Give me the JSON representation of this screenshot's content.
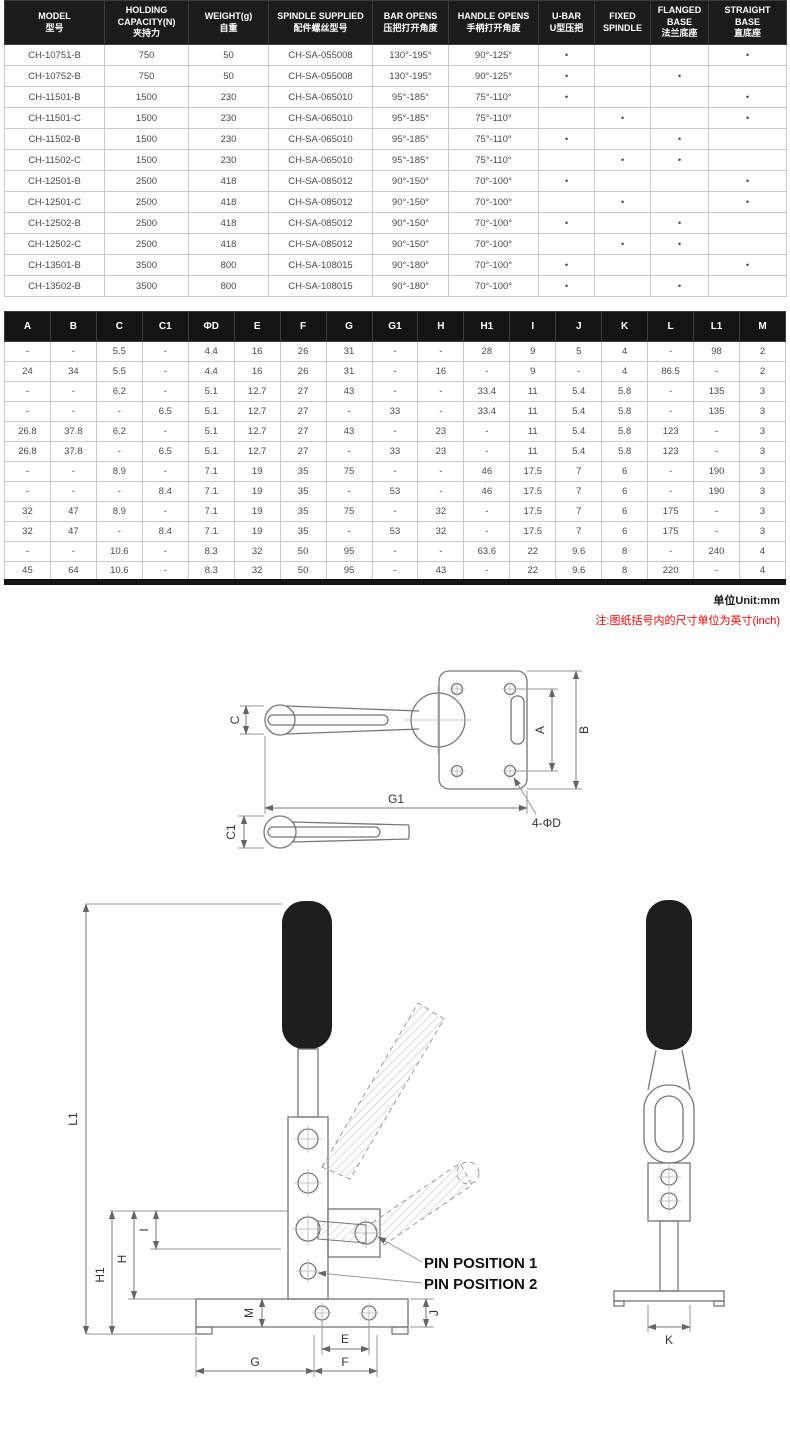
{
  "spec_table": {
    "columns": [
      {
        "en": "MODEL",
        "zh": "型号"
      },
      {
        "en": "HOLDING CAPACITY(N)",
        "zh": "夹持力"
      },
      {
        "en": "WEIGHT(g)",
        "zh": "自重"
      },
      {
        "en": "SPINDLE SUPPLIED",
        "zh": "配件螺丝型号"
      },
      {
        "en": "BAR OPENS",
        "zh": "压把打开角度"
      },
      {
        "en": "HANDLE OPENS",
        "zh": "手柄打开角度"
      },
      {
        "en": "U-BAR",
        "zh": "U型压把"
      },
      {
        "en": "FIXED SPINDLE",
        "zh": ""
      },
      {
        "en": "FLANGED BASE",
        "zh": "法兰底座"
      },
      {
        "en": "STRAIGHT BASE",
        "zh": "直底座"
      }
    ],
    "rows": [
      [
        "CH-10751-B",
        "750",
        "50",
        "CH-SA-055008",
        "130°-195°",
        "90°-125°",
        "•",
        "",
        "",
        "•"
      ],
      [
        "CH-10752-B",
        "750",
        "50",
        "CH-SA-055008",
        "130°-195°",
        "90°-125°",
        "•",
        "",
        "•",
        ""
      ],
      [
        "CH-11501-B",
        "1500",
        "230",
        "CH-SA-065010",
        "95°-185°",
        "75°-110°",
        "•",
        "",
        "",
        "•"
      ],
      [
        "CH-11501-C",
        "1500",
        "230",
        "CH-SA-065010",
        "95°-185°",
        "75°-110°",
        "",
        "•",
        "",
        "•"
      ],
      [
        "CH-11502-B",
        "1500",
        "230",
        "CH-SA-065010",
        "95°-185°",
        "75°-110°",
        "•",
        "",
        "•",
        ""
      ],
      [
        "CH-11502-C",
        "1500",
        "230",
        "CH-SA-065010",
        "95°-185°",
        "75°-110°",
        "",
        "•",
        "•",
        ""
      ],
      [
        "CH-12501-B",
        "2500",
        "418",
        "CH-SA-085012",
        "90°-150°",
        "70°-100°",
        "•",
        "",
        "",
        "•"
      ],
      [
        "CH-12501-C",
        "2500",
        "418",
        "CH-SA-085012",
        "90°-150°",
        "70°-100°",
        "",
        "•",
        "",
        "•"
      ],
      [
        "CH-12502-B",
        "2500",
        "418",
        "CH-SA-085012",
        "90°-150°",
        "70°-100°",
        "•",
        "",
        "•",
        ""
      ],
      [
        "CH-12502-C",
        "2500",
        "418",
        "CH-SA-085012",
        "90°-150°",
        "70°-100°",
        "",
        "•",
        "•",
        ""
      ],
      [
        "CH-13501-B",
        "3500",
        "800",
        "CH-SA-108015",
        "90°-180°",
        "70°-100°",
        "•",
        "",
        "",
        "•"
      ],
      [
        "CH-13502-B",
        "3500",
        "800",
        "CH-SA-108015",
        "90°-180°",
        "70°-100°",
        "•",
        "",
        "•",
        ""
      ]
    ]
  },
  "dim_table": {
    "headers": [
      "A",
      "B",
      "C",
      "C1",
      "ΦD",
      "E",
      "F",
      "G",
      "G1",
      "H",
      "H1",
      "I",
      "J",
      "K",
      "L",
      "L1",
      "M"
    ],
    "rows": [
      [
        "-",
        "-",
        "5.5",
        "-",
        "4.4",
        "16",
        "26",
        "31",
        "-",
        "-",
        "28",
        "9",
        "5",
        "4",
        "-",
        "98",
        "2"
      ],
      [
        "24",
        "34",
        "5.5",
        "-",
        "4.4",
        "16",
        "26",
        "31",
        "-",
        "16",
        "-",
        "9",
        "-",
        "4",
        "86.5",
        "-",
        "2"
      ],
      [
        "-",
        "-",
        "6.2",
        "-",
        "5.1",
        "12.7",
        "27",
        "43",
        "-",
        "-",
        "33.4",
        "11",
        "5.4",
        "5.8",
        "-",
        "135",
        "3"
      ],
      [
        "-",
        "-",
        "-",
        "6.5",
        "5.1",
        "12.7",
        "27",
        "-",
        "33",
        "-",
        "33.4",
        "11",
        "5.4",
        "5.8",
        "-",
        "135",
        "3"
      ],
      [
        "26.8",
        "37.8",
        "6.2",
        "-",
        "5.1",
        "12.7",
        "27",
        "43",
        "-",
        "23",
        "-",
        "11",
        "5.4",
        "5.8",
        "123",
        "-",
        "3"
      ],
      [
        "26.8",
        "37.8",
        "-",
        "6.5",
        "5.1",
        "12.7",
        "27",
        "-",
        "33",
        "23",
        "-",
        "11",
        "5.4",
        "5.8",
        "123",
        "-",
        "3"
      ],
      [
        "-",
        "-",
        "8.9",
        "-",
        "7.1",
        "19",
        "35",
        "75",
        "-",
        "-",
        "46",
        "17.5",
        "7",
        "6",
        "-",
        "190",
        "3"
      ],
      [
        "-",
        "-",
        "-",
        "8.4",
        "7.1",
        "19",
        "35",
        "-",
        "53",
        "-",
        "46",
        "17.5",
        "7",
        "6",
        "-",
        "190",
        "3"
      ],
      [
        "32",
        "47",
        "8.9",
        "-",
        "7.1",
        "19",
        "35",
        "75",
        "-",
        "32",
        "-",
        "17.5",
        "7",
        "6",
        "175",
        "-",
        "3"
      ],
      [
        "32",
        "47",
        "-",
        "8.4",
        "7.1",
        "19",
        "35",
        "-",
        "53",
        "32",
        "-",
        "17.5",
        "7",
        "6",
        "175",
        "-",
        "3"
      ],
      [
        "-",
        "-",
        "10.6",
        "-",
        "8.3",
        "32",
        "50",
        "95",
        "-",
        "-",
        "63.6",
        "22",
        "9.6",
        "8",
        "-",
        "240",
        "4"
      ],
      [
        "45",
        "64",
        "10.6",
        "-",
        "8.3",
        "32",
        "50",
        "95",
        "-",
        "43",
        "-",
        "22",
        "9.6",
        "8",
        "220",
        "-",
        "4"
      ]
    ]
  },
  "notes": {
    "unit": "单位Unit:mm",
    "inch_note": "注:图纸括号内的尺寸单位为英寸(inch)"
  },
  "drawings": {
    "top_view": {
      "c": "C",
      "g1": "G1",
      "c1": "C1",
      "a": "A",
      "b": "B",
      "holes": "4-ΦD"
    },
    "side_view": {
      "l1": "L1",
      "i": "I",
      "h": "H",
      "h1": "H1",
      "m": "M",
      "g": "G",
      "e": "E",
      "f": "F",
      "j": "J",
      "pin1": "PIN POSITION 1",
      "pin2": "PIN POSITION 2"
    },
    "front_view": {
      "k": "K"
    }
  }
}
